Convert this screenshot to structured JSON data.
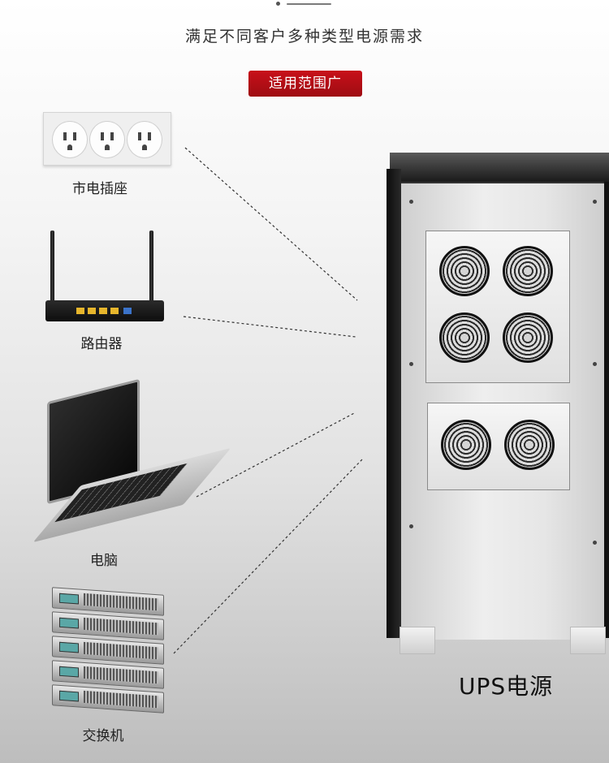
{
  "header": {
    "subtitle": "满足不同客户多种类型电源需求",
    "badge": "适用范围广"
  },
  "devices": [
    {
      "name": "outlet",
      "label": "市电插座"
    },
    {
      "name": "router",
      "label": "路由器"
    },
    {
      "name": "laptop",
      "label": "电脑"
    },
    {
      "name": "switch",
      "label": "交换机"
    }
  ],
  "product": {
    "label": "UPS电源"
  },
  "colors": {
    "badge_red": "#b40e16",
    "text_dark": "#222222"
  }
}
